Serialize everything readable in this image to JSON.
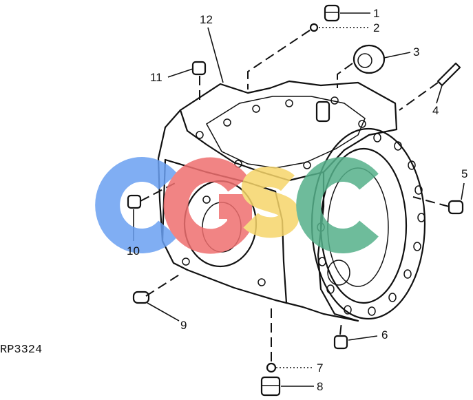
{
  "diagram": {
    "reference_code": "RP3324",
    "callouts": [
      "1",
      "2",
      "3",
      "4",
      "5",
      "6",
      "7",
      "8",
      "9",
      "10",
      "11",
      "12"
    ],
    "watermark": {
      "letters": [
        "C",
        "G",
        "S",
        "C"
      ],
      "colors": [
        "#6aa0f2",
        "#ef6f6f",
        "#f6d56a",
        "#55b08a"
      ]
    }
  }
}
